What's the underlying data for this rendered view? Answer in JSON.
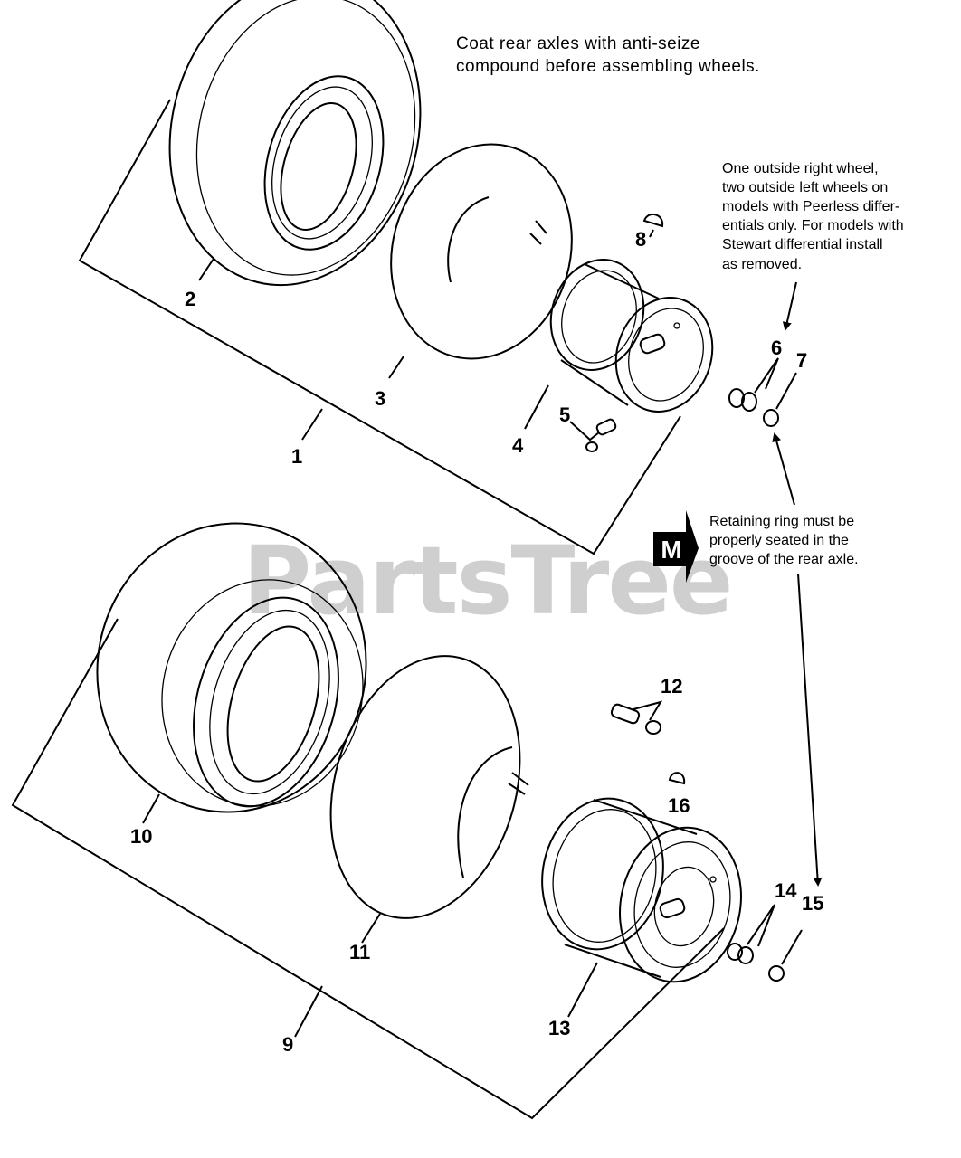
{
  "watermark": "PartsTree",
  "notes": {
    "top": [
      "Coat rear axles with anti-seize",
      "compound before assembling wheels."
    ],
    "right": [
      "One outside right wheel,",
      "two outside left wheels on",
      "models with Peerless differ-",
      "entials only. For models with",
      "Stewart differential install",
      "as removed."
    ],
    "retaining": [
      "Retaining ring must be",
      "properly seated in the",
      "groove of the rear axle."
    ]
  },
  "badge": "M",
  "labels": {
    "l1": "1",
    "l2": "2",
    "l3": "3",
    "l4": "4",
    "l5": "5",
    "l6": "6",
    "l7": "7",
    "l8": "8",
    "l9": "9",
    "l10": "10",
    "l11": "11",
    "l12": "12",
    "l13": "13",
    "l14": "14",
    "l15": "15",
    "l16": "16"
  }
}
